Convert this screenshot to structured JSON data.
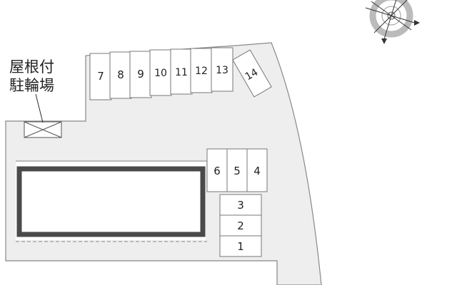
{
  "map": {
    "bike_shelter_label": [
      "屋根付",
      "駐輪場"
    ],
    "parking_slots": [
      "1",
      "2",
      "3",
      "4",
      "5",
      "6",
      "7",
      "8",
      "9",
      "10",
      "11",
      "12",
      "13",
      "14"
    ],
    "compass": {
      "icon": "compass-rose-icon"
    },
    "colors": {
      "background": "#ffffff",
      "lot_fill": "#eeeeee",
      "outline": "#888888",
      "building_wall": "#4a4a4a"
    }
  }
}
